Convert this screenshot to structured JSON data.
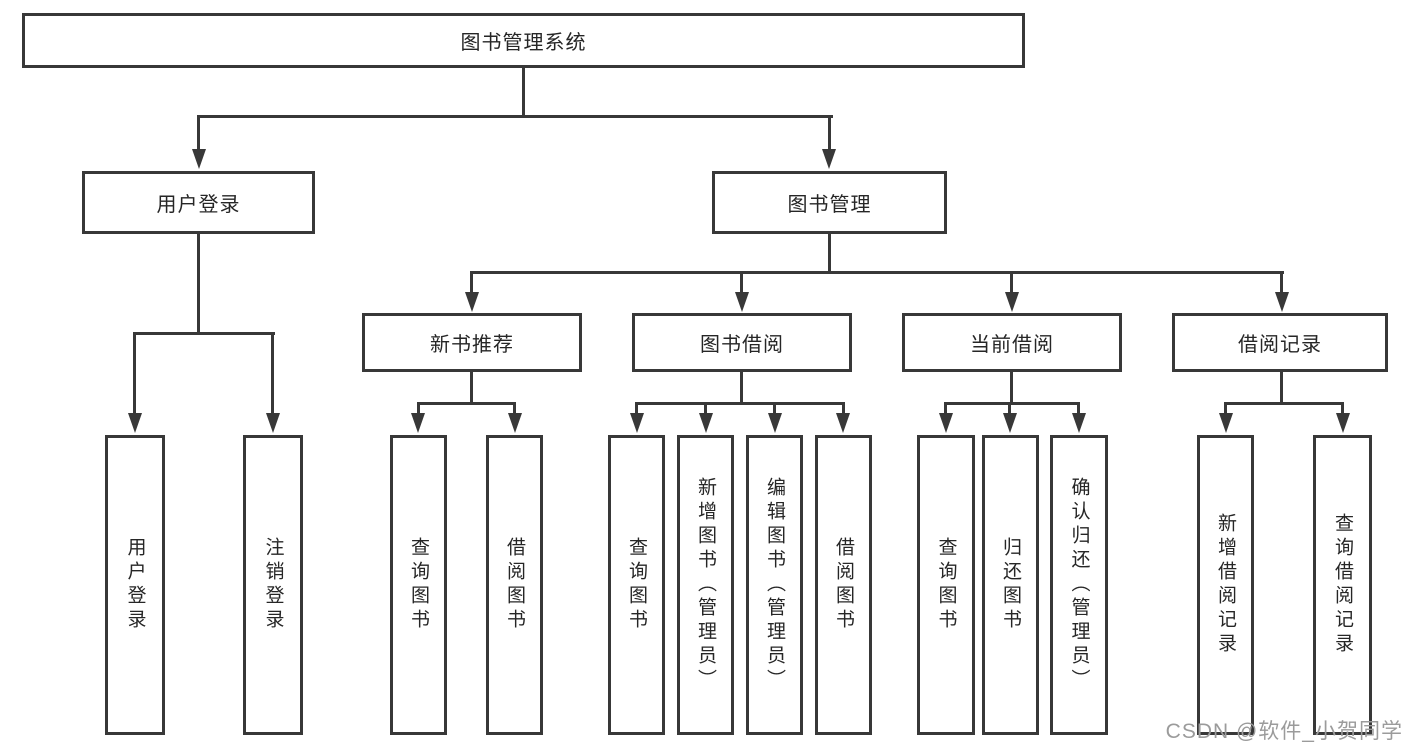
{
  "diagram": {
    "root": "图书管理系统",
    "user_login": {
      "label": "用户登录",
      "children": [
        "用户登录",
        "注销登录"
      ]
    },
    "book_mgmt": {
      "label": "图书管理",
      "modules": [
        {
          "label": "新书推荐",
          "children": [
            "查询图书",
            "借阅图书"
          ]
        },
        {
          "label": "图书借阅",
          "children": [
            "查询图书",
            "新增图书（管理员）",
            "编辑图书（管理员）",
            "借阅图书"
          ]
        },
        {
          "label": "当前借阅",
          "children": [
            "查询图书",
            "归还图书",
            "确认归还（管理员）"
          ]
        },
        {
          "label": "借阅记录",
          "children": [
            "新增借阅记录",
            "查询借阅记录"
          ]
        }
      ]
    }
  },
  "watermark": "CSDN @软件_小贺同学",
  "colors": {
    "line": "#383838",
    "box_fill": "#ffffff",
    "text": "#262626",
    "watermark": "#9b9b9b",
    "background": "#ffffff"
  }
}
